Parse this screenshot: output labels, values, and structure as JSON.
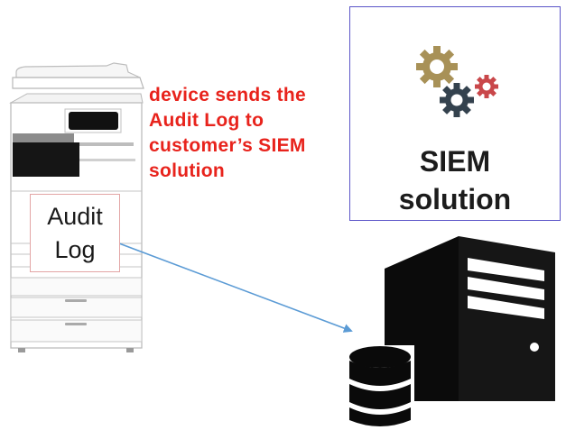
{
  "caption": {
    "lines": [
      "device sends the",
      "Audit Log to",
      "customer’s SIEM",
      "solution"
    ]
  },
  "siem": {
    "lines": [
      "SIEM",
      "solution"
    ]
  },
  "audit_log": {
    "lines": [
      "Audit",
      "Log"
    ]
  },
  "colors": {
    "caption": "#e8231c",
    "siem_border": "#5b55c8",
    "arrow": "#5b9bd5",
    "gear_gold": "#a89157",
    "gear_dark": "#34424e",
    "gear_red": "#c9474a"
  },
  "icons": [
    "printer-icon",
    "server-icon",
    "database-icon",
    "gears-icon",
    "arrow-icon"
  ]
}
